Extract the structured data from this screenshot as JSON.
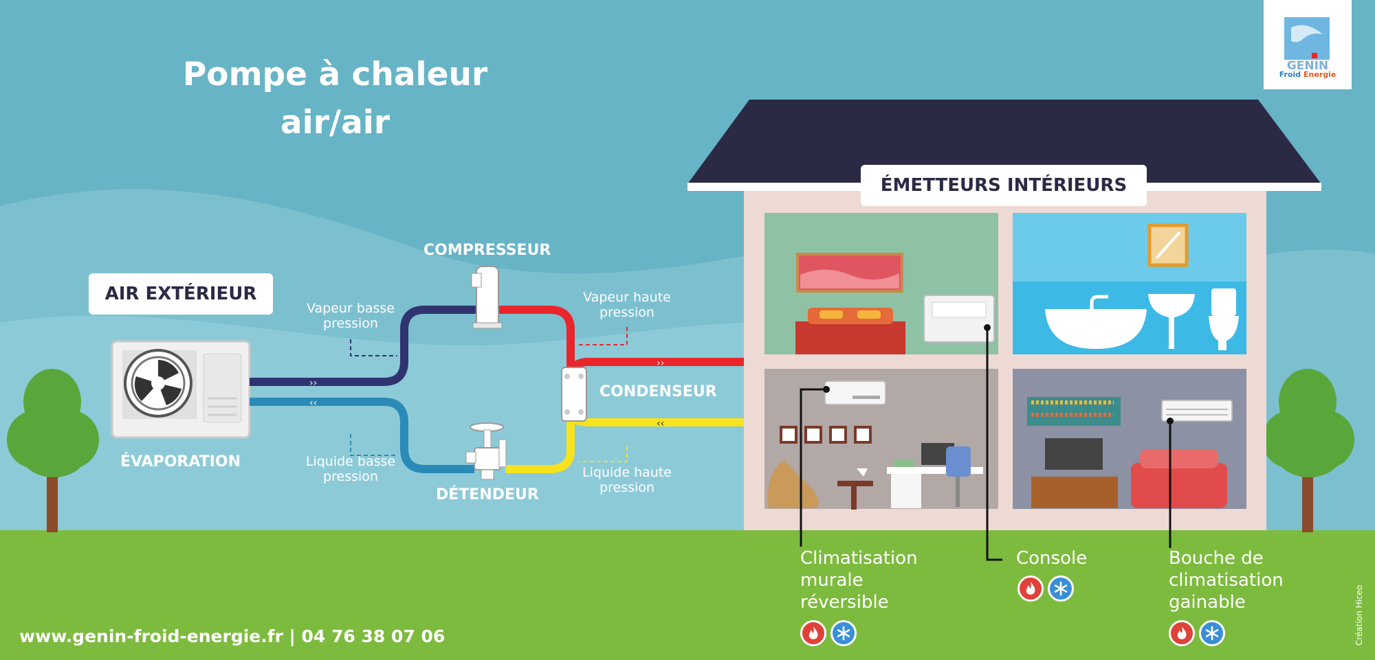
{
  "title_lines": [
    "Pompe à chaleur",
    "air/air"
  ],
  "labels": {
    "air_exterieur": "AIR EXTÉRIEUR",
    "evaporation": "ÉVAPORATION",
    "compresseur": "COMPRESSEUR",
    "condenseur": "CONDENSEUR",
    "detendeur": "DÉTENDEUR",
    "emetteurs": "ÉMETTEURS INTÉRIEURS",
    "vapeur_basse": [
      "Vapeur basse",
      "pression"
    ],
    "vapeur_haute": [
      "Vapeur haute",
      "pression"
    ],
    "liquide_basse": [
      "Liquide basse",
      "pression"
    ],
    "liquide_haute": [
      "Liquide haute",
      "pression"
    ]
  },
  "legend": {
    "murale": [
      "Climatisation",
      "murale",
      "réversible"
    ],
    "console": [
      "Console"
    ],
    "gainable": [
      "Bouche de",
      "climatisation",
      "gainable"
    ]
  },
  "footer": "www.genin-froid-energie.fr | 04 76 38 07 06",
  "credit": "Création Hiceo",
  "logo": {
    "line1": "GENIN",
    "line2a": "Froid",
    "line2b": "Energie"
  },
  "colors": {
    "sky": "#67b4c6",
    "grass": "#7dbb3e",
    "roof": "#2b2a45",
    "pipe_dark": "#2f3470",
    "pipe_blue": "#2a8ab8",
    "pipe_red": "#e8262c",
    "pipe_yellow": "#f6e21d",
    "heat_icon": "#e0413a",
    "cold_icon": "#3a8ed6"
  },
  "icons": [
    "flame-icon",
    "snowflake-icon",
    "fan-icon",
    "tree-icon",
    "house-icon"
  ]
}
